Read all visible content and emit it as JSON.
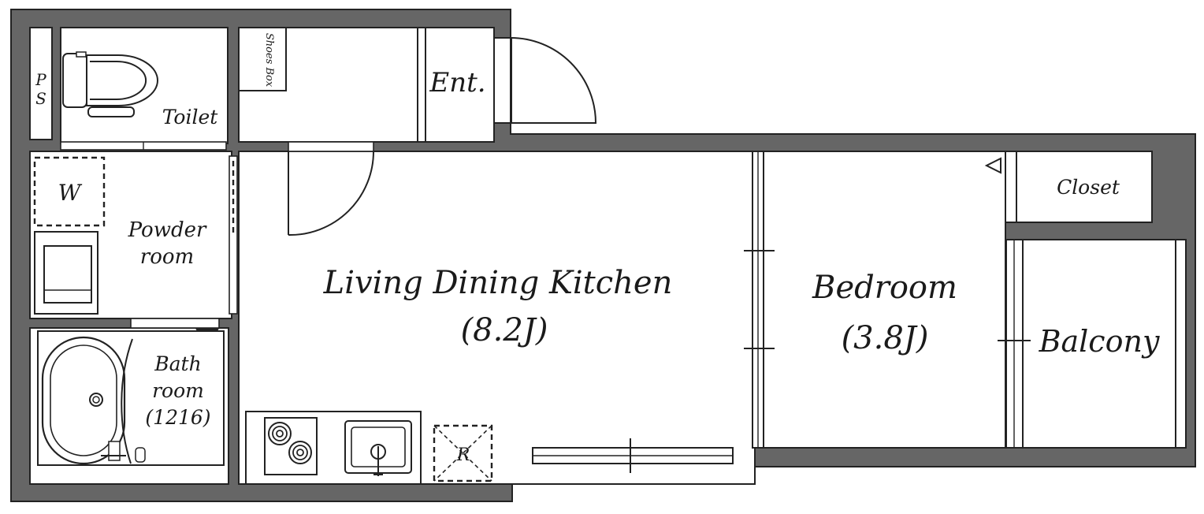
{
  "colors": {
    "wall": "#666666",
    "wall_outline": "#222222",
    "floor": "#ffffff",
    "text": "#1a1a1a"
  },
  "rooms": {
    "ps": {
      "line1": "P",
      "line2": "S"
    },
    "toilet": {
      "label": "Toilet"
    },
    "shoes_box": {
      "label": "Shoes Box"
    },
    "entrance": {
      "label": "Ent."
    },
    "washer": {
      "label": "W"
    },
    "powder_room": {
      "line1": "Powder",
      "line2": "room"
    },
    "bath_room": {
      "line1": "Bath",
      "line2": "room",
      "line3": "(1216)"
    },
    "ldk": {
      "name": "Living Dining Kitchen",
      "size": "(8.2J)"
    },
    "bedroom": {
      "name": "Bedroom",
      "size": "(3.8J)"
    },
    "closet": {
      "label": "Closet"
    },
    "balcony": {
      "label": "Balcony"
    },
    "refrigerator": {
      "label": "R"
    }
  },
  "icons": [
    "toilet-icon",
    "bathtub-icon",
    "stove-icon",
    "sink-icon",
    "washbasin-icon",
    "door-swing-icon"
  ]
}
